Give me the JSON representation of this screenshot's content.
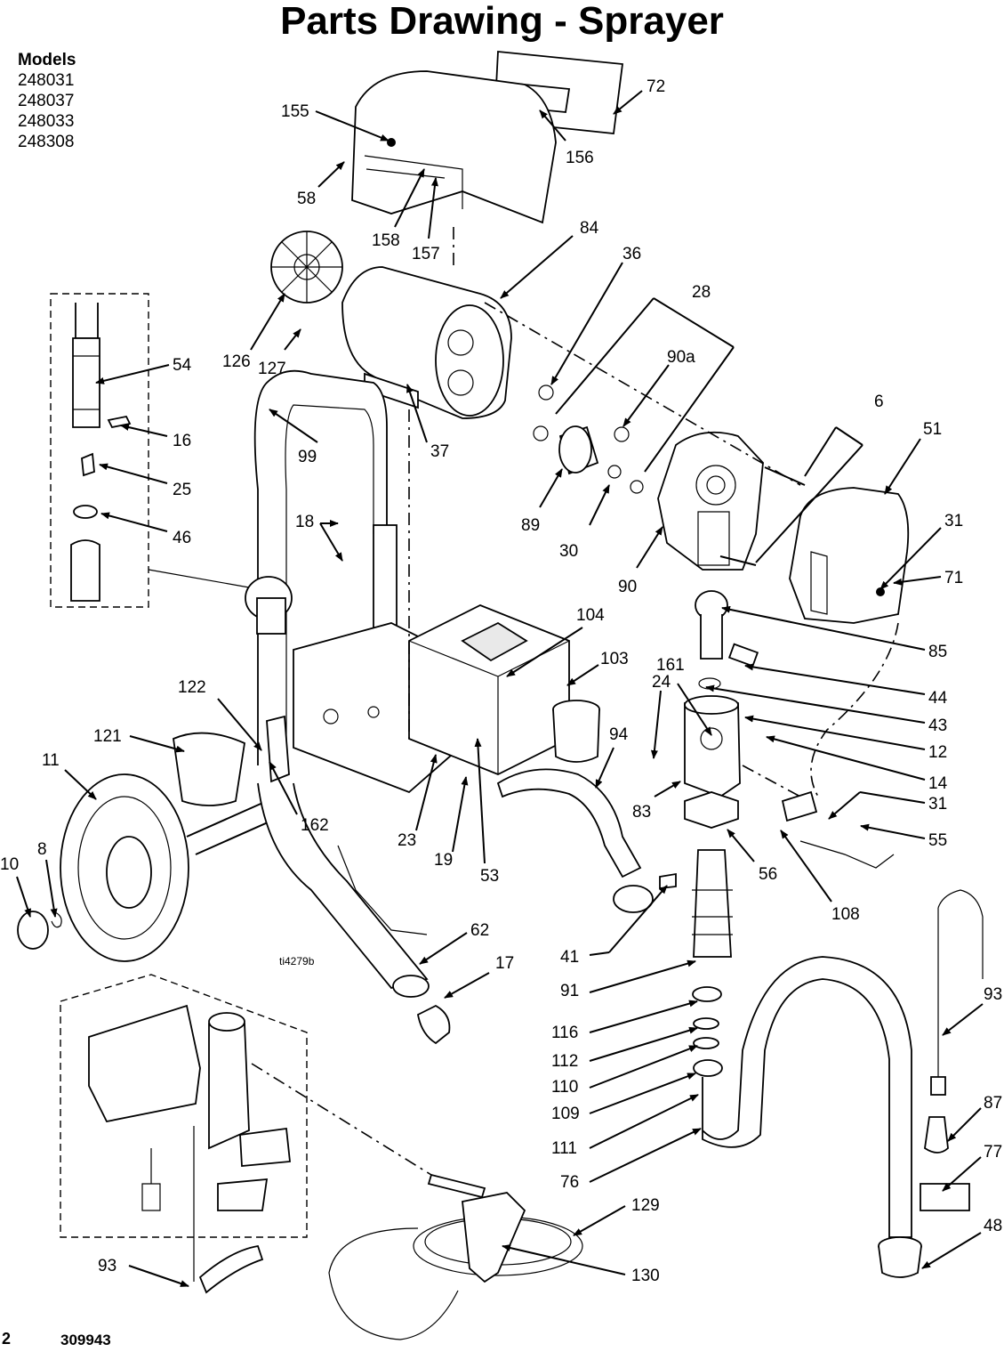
{
  "title": "Parts Drawing - Sprayer",
  "models": {
    "heading": "Models",
    "list": [
      "248031",
      "248037",
      "248033",
      "248308"
    ]
  },
  "figure_id": "ti4279b",
  "footer": {
    "page": "2",
    "doc_number": "309943"
  },
  "callouts": [
    "155",
    "72",
    "156",
    "58",
    "158",
    "157",
    "84",
    "36",
    "28",
    "90a",
    "126",
    "127",
    "37",
    "54",
    "16",
    "25",
    "46",
    "99",
    "18",
    "89",
    "30",
    "90",
    "6",
    "51",
    "31",
    "71",
    "85",
    "44",
    "43",
    "12",
    "14",
    "31",
    "55",
    "104",
    "103",
    "24",
    "161",
    "83",
    "56",
    "108",
    "122",
    "121",
    "11",
    "162",
    "23",
    "19",
    "53",
    "94",
    "8",
    "10",
    "62",
    "17",
    "41",
    "91",
    "116",
    "112",
    "110",
    "109",
    "111",
    "76",
    "129",
    "130",
    "93",
    "87",
    "77",
    "48",
    "93"
  ]
}
